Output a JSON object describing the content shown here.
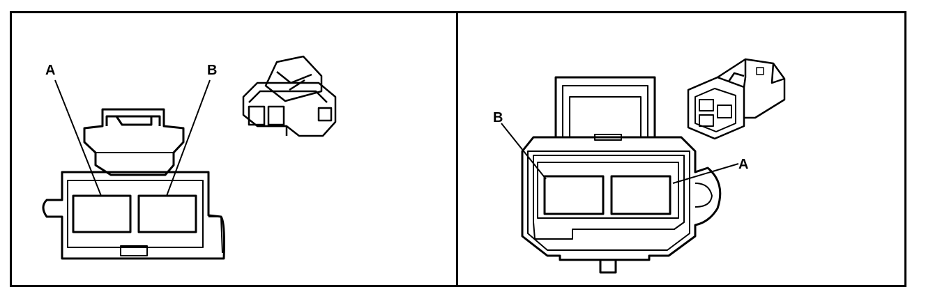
{
  "panels": [
    {
      "name": "left",
      "labels": {
        "a": "A",
        "b": "B"
      }
    },
    {
      "name": "right",
      "labels": {
        "a": "A",
        "b": "B"
      }
    }
  ]
}
